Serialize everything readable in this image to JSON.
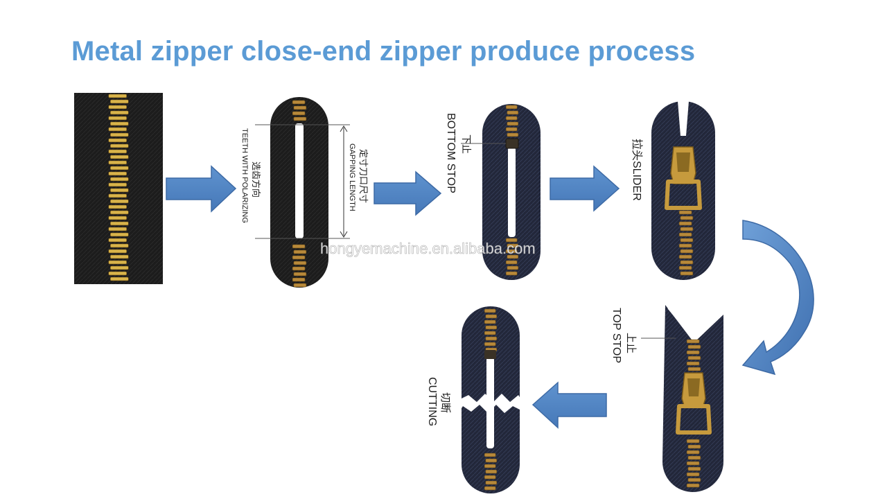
{
  "title": "Metal zipper close-end zipper produce process",
  "colors": {
    "accent": "#5b9bd5",
    "arrow": "#4a7ebb",
    "tape_black": "#1c1c1c",
    "tape_navy": "#22273a",
    "teeth": "#b8893a"
  },
  "steps": [
    {
      "id": "chain",
      "labels": []
    },
    {
      "id": "gapping",
      "labels": [
        "选齿方向",
        "TEETH WITH POLARIZING",
        "定寸刀口尺寸",
        "GAPPING LENGTH"
      ]
    },
    {
      "id": "bottom-stop",
      "labels": [
        "下止",
        "BOTTOM STOP"
      ]
    },
    {
      "id": "slider",
      "labels": [
        "拉头SLIDER"
      ]
    },
    {
      "id": "top-stop",
      "labels": [
        "上止",
        "TOP STOP"
      ]
    },
    {
      "id": "cutting",
      "labels": [
        "切断",
        "CUTTING"
      ]
    }
  ],
  "watermark": "hongyemachine.en.alibaba.com"
}
